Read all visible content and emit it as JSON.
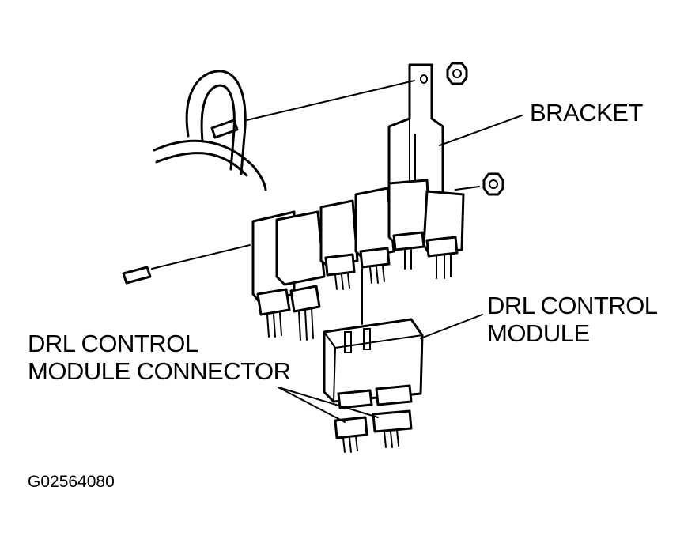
{
  "labels": {
    "bracket": "BRACKET",
    "drl_module_line1": "DRL CONTROL",
    "drl_module_line2": "MODULE",
    "connector_line1": "DRL CONTROL",
    "connector_line2": "MODULE CONNECTOR",
    "figure_id": "G02564080"
  },
  "colors": {
    "ink": "#000000",
    "background": "#ffffff"
  }
}
